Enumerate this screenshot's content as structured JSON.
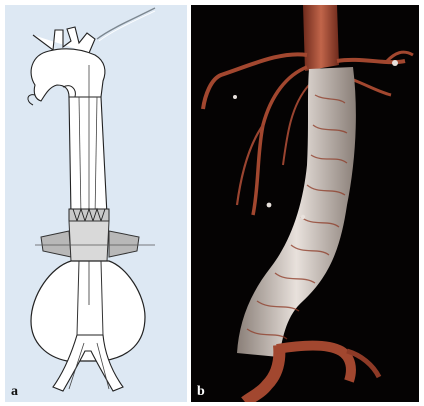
{
  "figure": {
    "panels": [
      {
        "id": "a",
        "label": "a",
        "content": "schematic-drawing"
      },
      {
        "id": "b",
        "label": "b",
        "content": "3d-rendering"
      }
    ]
  },
  "colors": {
    "panel_a_background": "#dde8f3",
    "panel_b_background": "#050303",
    "vessel_red": "#b5503a",
    "stent_gray": "#d9d2cc"
  }
}
